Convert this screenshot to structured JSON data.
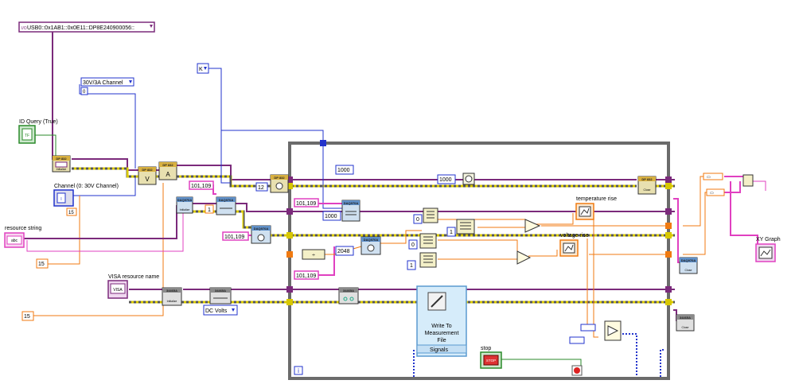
{
  "window": {
    "title": "LabVIEW Block Diagram"
  },
  "visa_resource": {
    "value": "USB0::0x1AB1::0x0E11::DP8E240900056::",
    "glyph": "I/O"
  },
  "channel_select": {
    "value": "30V/3A Channel",
    "index": "0"
  },
  "units_enum": {
    "value": "K"
  },
  "controls": {
    "id_query": "ID Query (True)",
    "channel_label": "Channel (0: 30V Channel)",
    "channel_index": "15",
    "resource_string_label": "resource string",
    "resource_string_glyph": "abc",
    "visa_resource_name_label": "VISA resource name",
    "visa_resource_name_glyph": "VISA",
    "stop_label": "stop",
    "stop_glyph": "STOP"
  },
  "constants": {
    "c_15_a": "15",
    "c_15_b": "15",
    "c_101_109_a": "101,109",
    "c_101_109_b": "101,109",
    "c_101_109_c": "101,109",
    "c_101_109_d": "101,109",
    "c_12": "12",
    "c_1": "1",
    "c_1000_timer": "1000",
    "c_1000_a": "1000",
    "c_1000_b": "1000",
    "c_2048": "2048",
    "c_0_a": "0",
    "c_0_b": "0",
    "c_1_a": "1",
    "c_1_b": "1",
    "dc_volts": "DC Volts",
    "loop_iteration": "i"
  },
  "indicators": {
    "temperature_rise": "temperature rise",
    "voltage_rise": "voltage rise",
    "xy_graph": "XY Graph"
  },
  "express_vi": {
    "title_line1": "Write To",
    "title_line2": "Measurement",
    "title_line3": "File",
    "terminal": "Signals"
  },
  "node_labels": {
    "dp832_init": "DP 832",
    "dp832_config": "DP 832",
    "dp832_output": "DP 832",
    "dp832_meas": "DP 832",
    "dp832_close": "DP 832",
    "daq_a": "DAQ970A",
    "daq_b": "DAQ970A",
    "daq_c": "DAQ970A",
    "daq_d": "DAQ970A",
    "daq_e": "DAQ970A",
    "daq_close": "DAQ970A",
    "e_a": "34465A",
    "e_b": "34465A",
    "e_c": "34465A",
    "e_close": "34465A",
    "init": "Initialize",
    "close": "Close"
  },
  "colors": {
    "visa_wire": "#7b2a7b",
    "error_wire": "#d8c800",
    "int_wire": "#2233cc",
    "dbl_wire": "#f07a10",
    "string_wire": "#e040c0",
    "loop_border": "#6b6b6b",
    "bool_wire": "#2a8a2a"
  }
}
